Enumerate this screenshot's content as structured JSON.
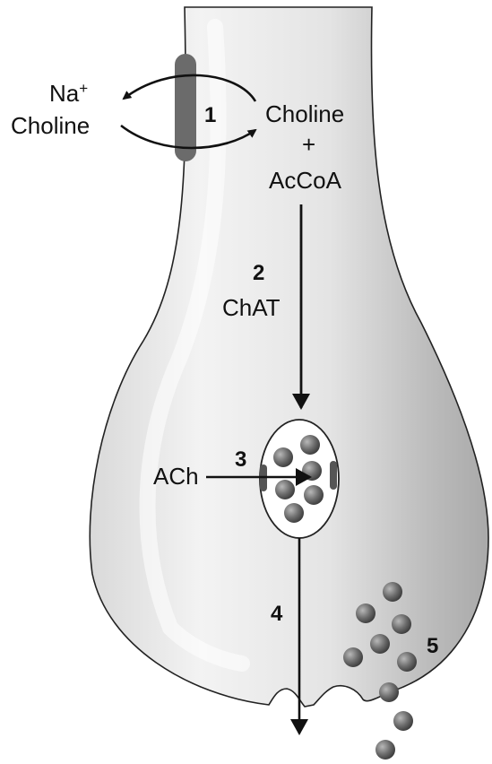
{
  "labels": {
    "na": "Na",
    "na_sup": "+",
    "choline_out": "Choline",
    "choline_in": "Choline",
    "plus": "+",
    "accoa": "AcCoA",
    "enzyme": "ChAT",
    "ach": "ACh"
  },
  "steps": [
    "1",
    "2",
    "3",
    "4",
    "5"
  ],
  "colors": {
    "terminal_fill": "#e9e9e9",
    "terminal_shade": "#bdbdbd",
    "transporter": "#6b6b6b",
    "vesicle_ball": "#6f6f6f",
    "arrow": "#111111"
  }
}
